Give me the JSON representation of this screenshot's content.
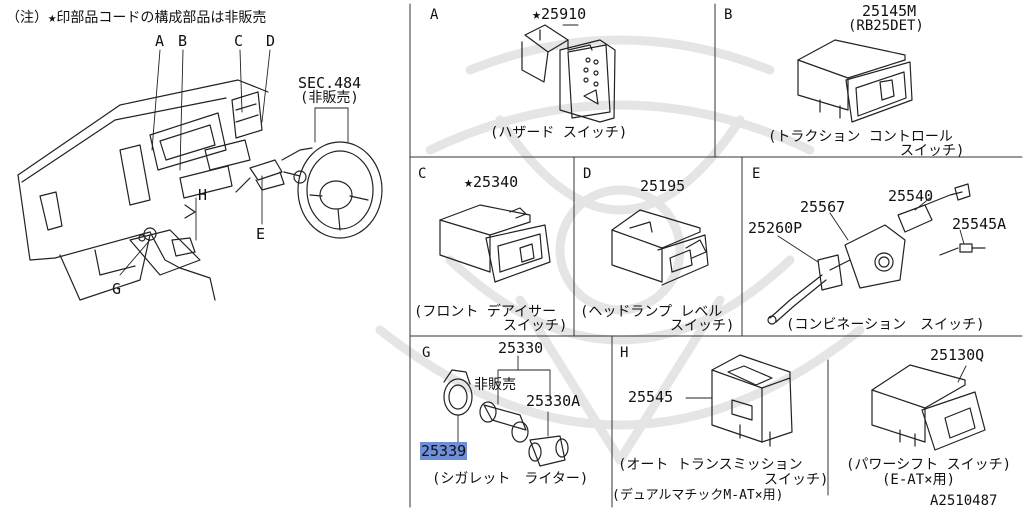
{
  "note": "（注）★印部品コードの構成部品は非販売",
  "overview": {
    "labels": {
      "a": "A",
      "b": "B",
      "c": "C",
      "d": "D",
      "e": "E",
      "g": "G",
      "h": "H"
    },
    "sec_ref": "SEC.484",
    "sec_note": "(非販売)"
  },
  "panels": {
    "a": {
      "letter": "A",
      "part": "★25910",
      "caption": "(ハザード スイッチ)"
    },
    "b": {
      "letter": "B",
      "part": "25145M",
      "variant": "(RB25DET)",
      "caption1": "(トラクション コントロール",
      "caption2": "スイッチ)"
    },
    "c": {
      "letter": "C",
      "part": "★25340",
      "caption1": "(フロント デアイサー",
      "caption2": "スイッチ)"
    },
    "d": {
      "letter": "D",
      "part": "25195",
      "caption1": "(ヘッドランプ レベル",
      "caption2": "スイッチ)"
    },
    "e": {
      "letter": "E",
      "parts": {
        "p1": "25567",
        "p2": "25540",
        "p3": "25260P",
        "p4": "25545A"
      },
      "caption": "(コンビネーション　スイッチ)"
    },
    "g": {
      "letter": "G",
      "parts": {
        "p1": "25330",
        "p2": "25330A",
        "p3": "25339"
      },
      "not_sold": "非販売",
      "caption": "(シガレット　ライター)"
    },
    "h": {
      "letter": "H",
      "part": "25545",
      "caption1": "(オート トランスミッション",
      "caption2": "スイッチ)",
      "caption3": "(デュアルマチックM-AT×用)"
    },
    "i": {
      "part": "25130Q",
      "caption1": "(パワーシフト スイッチ)",
      "caption2": "(E-AT×用)"
    }
  },
  "diagram_id": "A2510487"
}
